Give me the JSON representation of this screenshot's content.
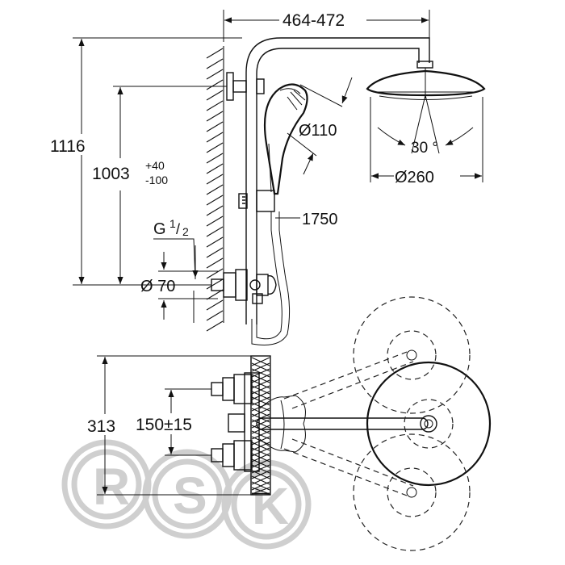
{
  "dimensions": {
    "arm_length": "464-472",
    "total_height": "1116",
    "adjust_height": "1003",
    "adjust_tol_plus": "+40",
    "adjust_tol_minus": "-100",
    "hand_shower_dia": "Ø110",
    "rain_tilt": "30 °",
    "rain_dia": "Ø260",
    "hose_length": "1750",
    "thread": "G",
    "thread_frac_num": "1",
    "thread_frac_den": "2",
    "rosette_dia": "Ø 70",
    "mixer_depth": "313",
    "inlet_spacing": "150±15"
  },
  "watermark": {
    "letters": [
      "R",
      "S",
      "K"
    ]
  },
  "colors": {
    "line": "#111111",
    "watermark": "#cfcfcf",
    "background": "#ffffff"
  }
}
